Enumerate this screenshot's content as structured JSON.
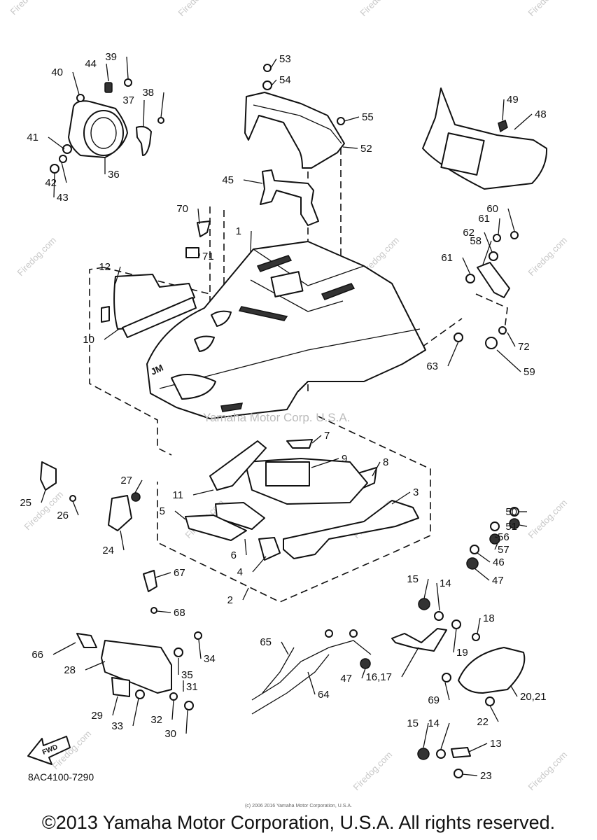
{
  "diagram": {
    "drawing_code": "8AC4100-7290",
    "copyright": "©2013 Yamaha Motor Corporation, U.S.A. All rights reserved.",
    "small_credit": "(c) 2006 2016 Yamaha Motor Corporation, U.S.A.",
    "watermark": "Firedog.com",
    "embossed_text": "Yamaha Motor Corp. U.S.A.",
    "fwd_label": "FWD",
    "callouts": [
      {
        "label": "1"
      },
      {
        "label": "2"
      },
      {
        "label": "3"
      },
      {
        "label": "4"
      },
      {
        "label": "5"
      },
      {
        "label": "6"
      },
      {
        "label": "7"
      },
      {
        "label": "8"
      },
      {
        "label": "9"
      },
      {
        "label": "10"
      },
      {
        "label": "11"
      },
      {
        "label": "12"
      },
      {
        "label": "13"
      },
      {
        "label": "14"
      },
      {
        "label": "14"
      },
      {
        "label": "15"
      },
      {
        "label": "15"
      },
      {
        "label": "16,17"
      },
      {
        "label": "18"
      },
      {
        "label": "19"
      },
      {
        "label": "20,21"
      },
      {
        "label": "22"
      },
      {
        "label": "23"
      },
      {
        "label": "24"
      },
      {
        "label": "25"
      },
      {
        "label": "26"
      },
      {
        "label": "27"
      },
      {
        "label": "28"
      },
      {
        "label": "29"
      },
      {
        "label": "30"
      },
      {
        "label": "31"
      },
      {
        "label": "32"
      },
      {
        "label": "33"
      },
      {
        "label": "34"
      },
      {
        "label": "35"
      },
      {
        "label": "36"
      },
      {
        "label": "37"
      },
      {
        "label": "38"
      },
      {
        "label": "39"
      },
      {
        "label": "40"
      },
      {
        "label": "41"
      },
      {
        "label": "42"
      },
      {
        "label": "43"
      },
      {
        "label": "44"
      },
      {
        "label": "45"
      },
      {
        "label": "46"
      },
      {
        "label": "47"
      },
      {
        "label": "47"
      },
      {
        "label": "48"
      },
      {
        "label": "49"
      },
      {
        "label": "50"
      },
      {
        "label": "51"
      },
      {
        "label": "52"
      },
      {
        "label": "53"
      },
      {
        "label": "54"
      },
      {
        "label": "55"
      },
      {
        "label": "56"
      },
      {
        "label": "57"
      },
      {
        "label": "58"
      },
      {
        "label": "59"
      },
      {
        "label": "60"
      },
      {
        "label": "61"
      },
      {
        "label": "61"
      },
      {
        "label": "62"
      },
      {
        "label": "63"
      },
      {
        "label": "64"
      },
      {
        "label": "65"
      },
      {
        "label": "66"
      },
      {
        "label": "67"
      },
      {
        "label": "68"
      },
      {
        "label": "69"
      },
      {
        "label": "70"
      },
      {
        "label": "71"
      },
      {
        "label": "72"
      }
    ]
  }
}
